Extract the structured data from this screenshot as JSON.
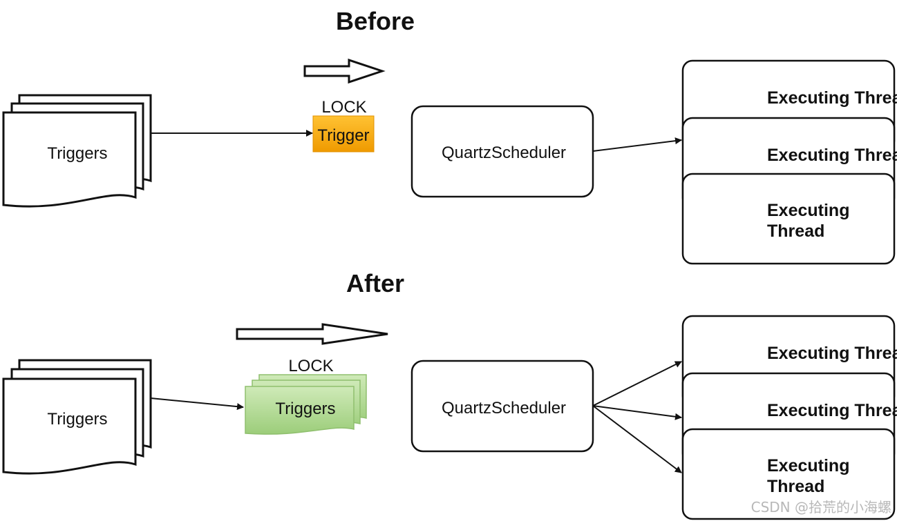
{
  "sections": [
    {
      "title": "Before",
      "source_label": "Triggers",
      "lock_label": "LOCK",
      "locked_label": "Trigger",
      "scheduler_label": "QuartzScheduler",
      "threads": [
        "Executing Thread",
        "Executing Thread",
        "Executing Thread"
      ]
    },
    {
      "title": "After",
      "source_label": "Triggers",
      "lock_label": "LOCK",
      "locked_label": "Triggers",
      "scheduler_label": "QuartzScheduler",
      "threads": [
        "Executing Thread",
        "Executing Thread",
        "Executing Thread"
      ]
    }
  ],
  "watermark": "CSDN @拾荒的小海螺",
  "colors": {
    "lock_before_fill": "#f5a300",
    "lock_after_fill": "#a8d58a",
    "stroke": "#111111"
  }
}
